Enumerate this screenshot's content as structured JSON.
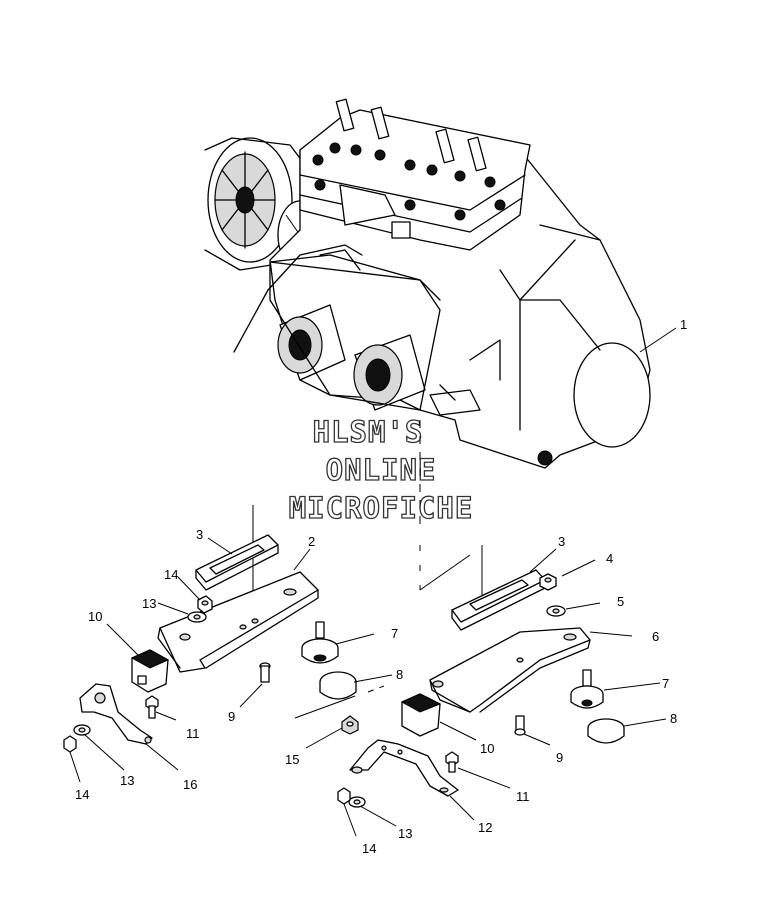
{
  "watermark": {
    "line1": "HLSM'S",
    "line2": "ONLINE",
    "line3": "MICROFICHE"
  },
  "callouts": {
    "c1": "1",
    "c2": "2",
    "c3a": "3",
    "c3b": "3",
    "c4": "4",
    "c5": "5",
    "c6": "6",
    "c7a": "7",
    "c7b": "7",
    "c8a": "8",
    "c8b": "8",
    "c9a": "9",
    "c9b": "9",
    "c10a": "10",
    "c10b": "10",
    "c11a": "11",
    "c11b": "11",
    "c12": "12",
    "c13a": "13",
    "c13b": "13",
    "c13c": "13",
    "c14a": "14",
    "c14b": "14",
    "c14c": "14",
    "c15": "15",
    "c16": "16"
  }
}
